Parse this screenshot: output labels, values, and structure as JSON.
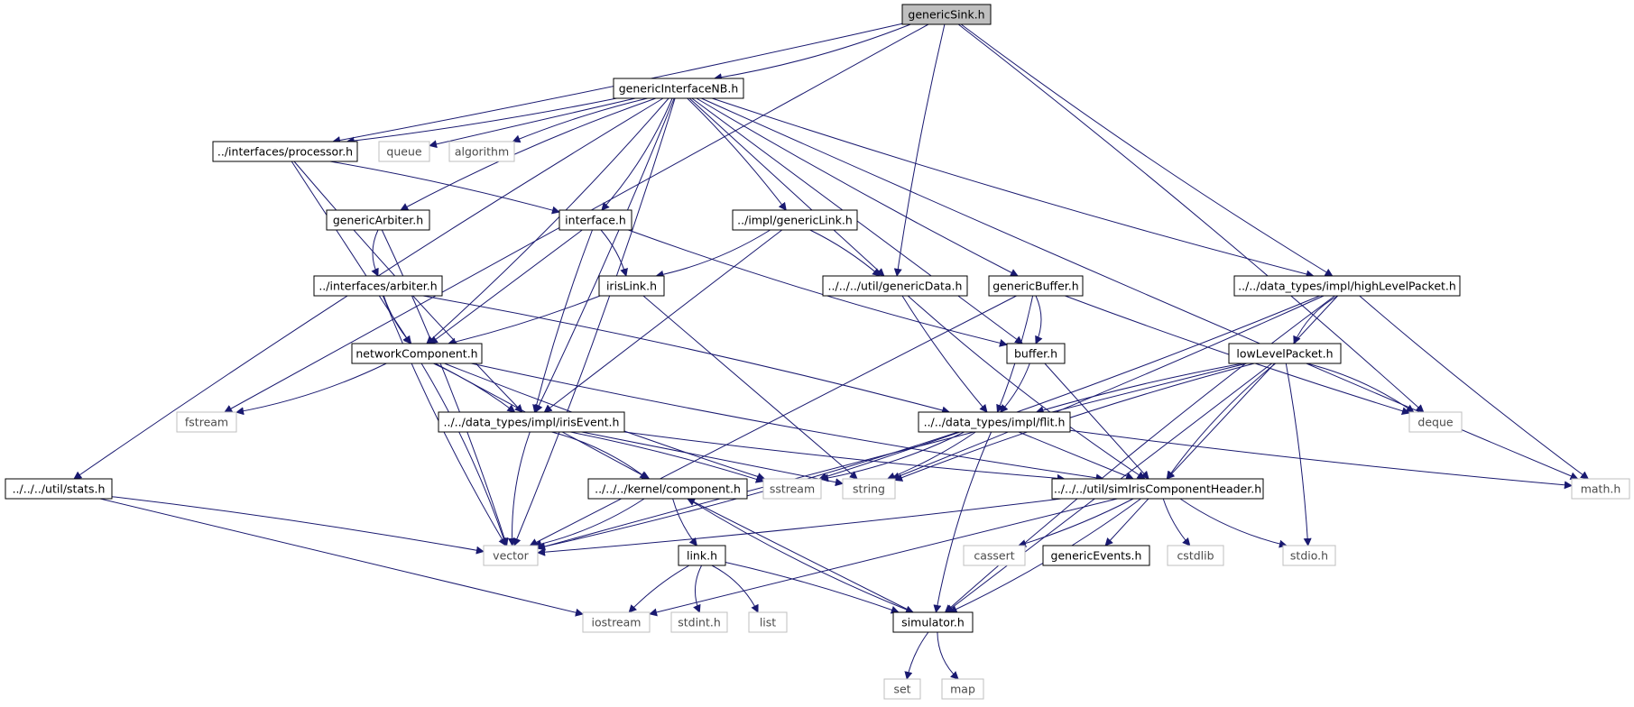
{
  "colors": {
    "edge": "#191970",
    "node_border": "#000000",
    "external_border": "#bfbfbf",
    "root_fill": "#bfbfbf",
    "fill": "#ffffff"
  },
  "nodes": [
    {
      "id": "genericSink",
      "label": "genericSink.h",
      "kind": "root"
    },
    {
      "id": "genericInterfaceNB",
      "label": "genericInterfaceNB.h",
      "kind": "internal"
    },
    {
      "id": "processor",
      "label": "../interfaces/processor.h",
      "kind": "internal"
    },
    {
      "id": "queue",
      "label": "queue",
      "kind": "external"
    },
    {
      "id": "algorithm",
      "label": "algorithm",
      "kind": "external"
    },
    {
      "id": "genericArbiter",
      "label": "genericArbiter.h",
      "kind": "internal"
    },
    {
      "id": "interface",
      "label": "interface.h",
      "kind": "internal"
    },
    {
      "id": "genericLink",
      "label": "../impl/genericLink.h",
      "kind": "internal"
    },
    {
      "id": "arbiter",
      "label": "../interfaces/arbiter.h",
      "kind": "internal"
    },
    {
      "id": "irisLink",
      "label": "irisLink.h",
      "kind": "internal"
    },
    {
      "id": "genericData",
      "label": "../../../util/genericData.h",
      "kind": "internal"
    },
    {
      "id": "genericBuffer",
      "label": "genericBuffer.h",
      "kind": "internal"
    },
    {
      "id": "highLevelPacket",
      "label": "../../data_types/impl/highLevelPacket.h",
      "kind": "internal"
    },
    {
      "id": "networkComponent",
      "label": "networkComponent.h",
      "kind": "internal"
    },
    {
      "id": "buffer",
      "label": "buffer.h",
      "kind": "internal"
    },
    {
      "id": "lowLevelPacket",
      "label": "lowLevelPacket.h",
      "kind": "internal"
    },
    {
      "id": "fstream",
      "label": "fstream",
      "kind": "external"
    },
    {
      "id": "irisEvent",
      "label": "../../data_types/impl/irisEvent.h",
      "kind": "internal"
    },
    {
      "id": "flit",
      "label": "../../data_types/impl/flit.h",
      "kind": "internal"
    },
    {
      "id": "deque",
      "label": "deque",
      "kind": "external"
    },
    {
      "id": "stats",
      "label": "../../../util/stats.h",
      "kind": "internal"
    },
    {
      "id": "component",
      "label": "../../../kernel/component.h",
      "kind": "internal"
    },
    {
      "id": "sstream",
      "label": "sstream",
      "kind": "external"
    },
    {
      "id": "string",
      "label": "string",
      "kind": "external"
    },
    {
      "id": "simIris",
      "label": "../../../util/simIrisComponentHeader.h",
      "kind": "internal"
    },
    {
      "id": "mathh",
      "label": "math.h",
      "kind": "external"
    },
    {
      "id": "vector",
      "label": "vector",
      "kind": "external"
    },
    {
      "id": "cassert",
      "label": "cassert",
      "kind": "external"
    },
    {
      "id": "genericEvents",
      "label": "genericEvents.h",
      "kind": "internal"
    },
    {
      "id": "cstdlib",
      "label": "cstdlib",
      "kind": "external"
    },
    {
      "id": "stdio",
      "label": "stdio.h",
      "kind": "external"
    },
    {
      "id": "link",
      "label": "link.h",
      "kind": "internal"
    },
    {
      "id": "iostream",
      "label": "iostream",
      "kind": "external"
    },
    {
      "id": "stdint",
      "label": "stdint.h",
      "kind": "external"
    },
    {
      "id": "list",
      "label": "list",
      "kind": "external"
    },
    {
      "id": "simulator",
      "label": "simulator.h",
      "kind": "internal"
    },
    {
      "id": "set",
      "label": "set",
      "kind": "external"
    },
    {
      "id": "map",
      "label": "map",
      "kind": "external"
    }
  ],
  "edges": [
    [
      "genericSink",
      "genericInterfaceNB"
    ],
    [
      "genericSink",
      "processor"
    ],
    [
      "genericSink",
      "fstream"
    ],
    [
      "genericSink",
      "genericData"
    ],
    [
      "genericSink",
      "highLevelPacket"
    ],
    [
      "genericSink",
      "deque"
    ],
    [
      "genericInterfaceNB",
      "processor"
    ],
    [
      "genericInterfaceNB",
      "queue"
    ],
    [
      "genericInterfaceNB",
      "algorithm"
    ],
    [
      "genericInterfaceNB",
      "genericArbiter"
    ],
    [
      "genericInterfaceNB",
      "interface"
    ],
    [
      "genericInterfaceNB",
      "genericLink"
    ],
    [
      "genericInterfaceNB",
      "genericData"
    ],
    [
      "genericInterfaceNB",
      "genericBuffer"
    ],
    [
      "genericInterfaceNB",
      "highLevelPacket"
    ],
    [
      "genericInterfaceNB",
      "networkComponent"
    ],
    [
      "genericInterfaceNB",
      "irisEvent"
    ],
    [
      "genericInterfaceNB",
      "buffer"
    ],
    [
      "genericInterfaceNB",
      "mathh"
    ],
    [
      "genericInterfaceNB",
      "stats"
    ],
    [
      "genericInterfaceNB",
      "vector"
    ],
    [
      "processor",
      "interface"
    ],
    [
      "processor",
      "networkComponent"
    ],
    [
      "processor",
      "irisEvent"
    ],
    [
      "genericArbiter",
      "arbiter"
    ],
    [
      "genericArbiter",
      "vector"
    ],
    [
      "interface",
      "irisLink"
    ],
    [
      "interface",
      "networkComponent"
    ],
    [
      "interface",
      "irisEvent"
    ],
    [
      "interface",
      "buffer"
    ],
    [
      "genericLink",
      "irisLink"
    ],
    [
      "genericLink",
      "genericData"
    ],
    [
      "genericLink",
      "irisEvent"
    ],
    [
      "arbiter",
      "networkComponent"
    ],
    [
      "arbiter",
      "vector"
    ],
    [
      "arbiter",
      "flit"
    ],
    [
      "irisLink",
      "networkComponent"
    ],
    [
      "irisLink",
      "string"
    ],
    [
      "genericData",
      "flit"
    ],
    [
      "genericData",
      "simIris"
    ],
    [
      "genericBuffer",
      "buffer"
    ],
    [
      "genericBuffer",
      "flit"
    ],
    [
      "genericBuffer",
      "vector"
    ],
    [
      "genericBuffer",
      "deque"
    ],
    [
      "highLevelPacket",
      "lowLevelPacket"
    ],
    [
      "highLevelPacket",
      "sstream"
    ],
    [
      "highLevelPacket",
      "string"
    ],
    [
      "highLevelPacket",
      "simIris"
    ],
    [
      "highLevelPacket",
      "mathh"
    ],
    [
      "highLevelPacket",
      "simulator"
    ],
    [
      "networkComponent",
      "fstream"
    ],
    [
      "networkComponent",
      "irisEvent"
    ],
    [
      "networkComponent",
      "component"
    ],
    [
      "networkComponent",
      "sstream"
    ],
    [
      "networkComponent",
      "simIris"
    ],
    [
      "networkComponent",
      "vector"
    ],
    [
      "buffer",
      "flit"
    ],
    [
      "buffer",
      "simIris"
    ],
    [
      "lowLevelPacket",
      "flit"
    ],
    [
      "lowLevelPacket",
      "simIris"
    ],
    [
      "lowLevelPacket",
      "deque"
    ],
    [
      "lowLevelPacket",
      "stdio"
    ],
    [
      "lowLevelPacket",
      "simulator"
    ],
    [
      "lowLevelPacket",
      "vector"
    ],
    [
      "lowLevelPacket",
      "string"
    ],
    [
      "irisEvent",
      "component"
    ],
    [
      "irisEvent",
      "sstream"
    ],
    [
      "irisEvent",
      "string"
    ],
    [
      "irisEvent",
      "simIris"
    ],
    [
      "irisEvent",
      "vector"
    ],
    [
      "flit",
      "sstream"
    ],
    [
      "flit",
      "string"
    ],
    [
      "flit",
      "simIris"
    ],
    [
      "flit",
      "mathh"
    ],
    [
      "flit",
      "simulator"
    ],
    [
      "flit",
      "vector"
    ],
    [
      "stats",
      "vector"
    ],
    [
      "stats",
      "iostream"
    ],
    [
      "component",
      "link"
    ],
    [
      "component",
      "simulator"
    ],
    [
      "component",
      "vector"
    ],
    [
      "simIris",
      "cassert"
    ],
    [
      "simIris",
      "genericEvents"
    ],
    [
      "simIris",
      "cstdlib"
    ],
    [
      "simIris",
      "stdio"
    ],
    [
      "simIris",
      "simulator"
    ],
    [
      "simIris",
      "vector"
    ],
    [
      "simIris",
      "iostream"
    ],
    [
      "link",
      "iostream"
    ],
    [
      "link",
      "stdint"
    ],
    [
      "link",
      "list"
    ],
    [
      "link",
      "simulator"
    ],
    [
      "simulator",
      "component"
    ],
    [
      "simulator",
      "set"
    ],
    [
      "simulator",
      "map"
    ]
  ]
}
